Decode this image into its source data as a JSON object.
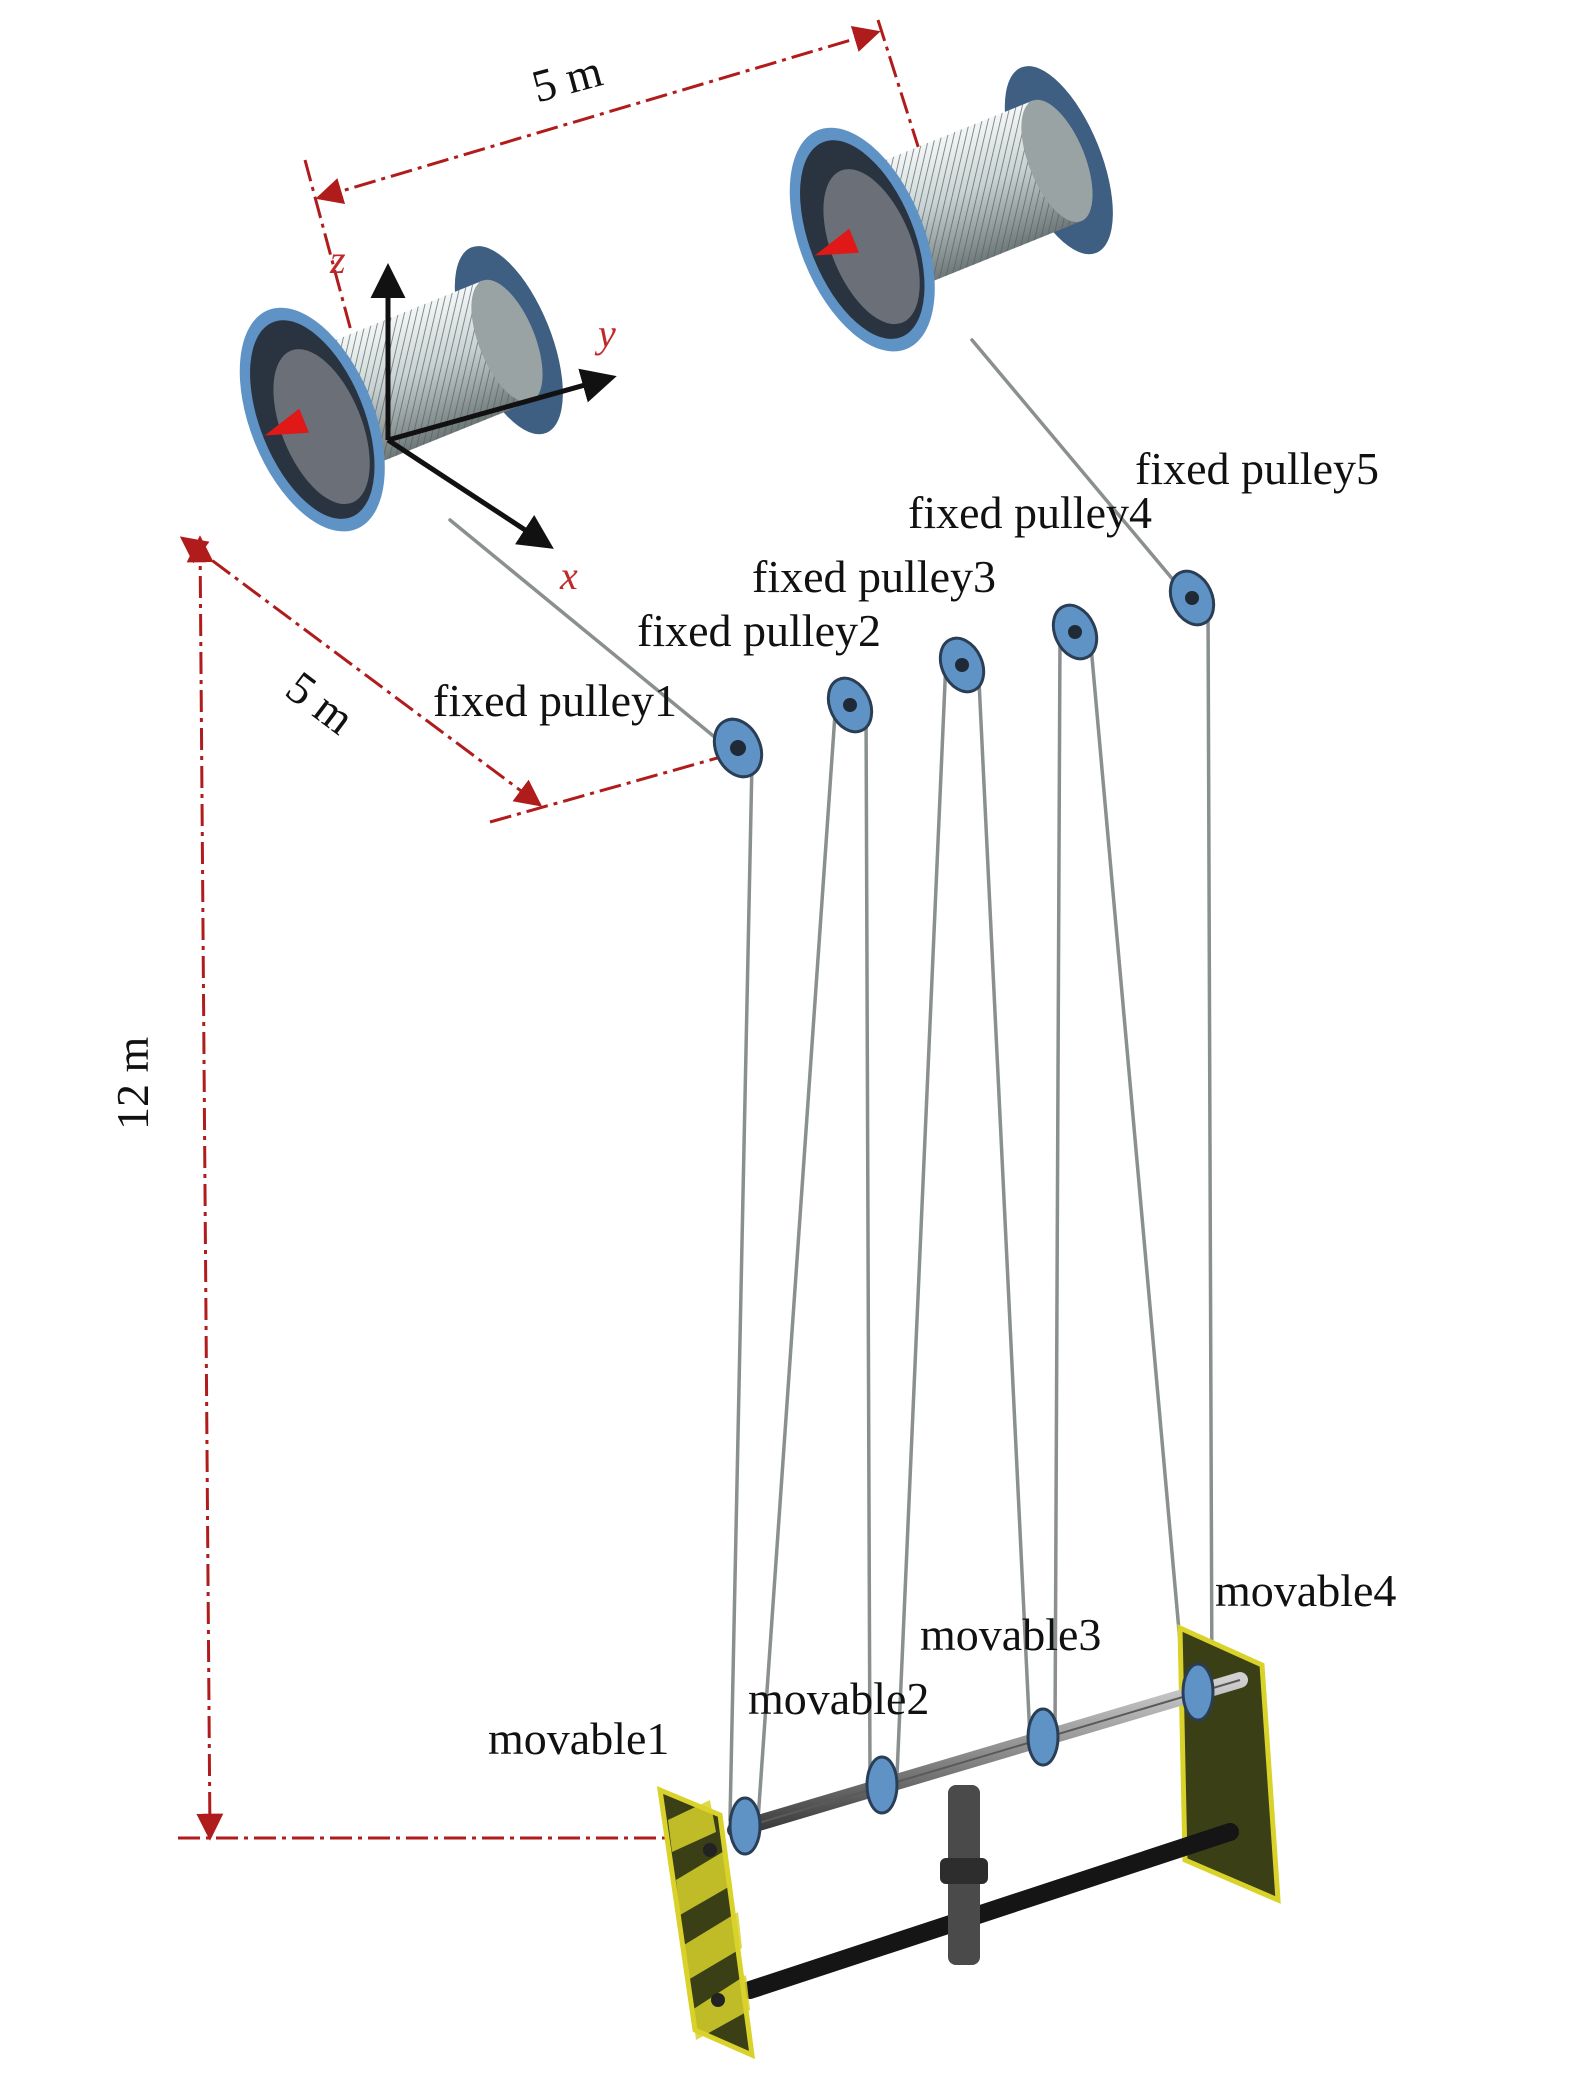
{
  "colors": {
    "dimension": "#b01c1c",
    "rope": "#8a8f8f",
    "flange": "#5f93c5",
    "drum": "#d6dede",
    "cone": "#e01818",
    "plate_yellow": "#d8d22a",
    "plate_dark": "#3a3f16",
    "rod": "#1a1a1a",
    "axle": "#8c8c8c",
    "axis_arrow": "#111111",
    "axis_label": "#c0282a"
  },
  "dimensions": {
    "drum_spacing": "5 m",
    "drum_to_pulley": "5 m",
    "height": "12 m"
  },
  "axes": {
    "x": "x",
    "y": "y",
    "z": "z"
  },
  "fixed_pulleys": [
    "fixed pulley1",
    "fixed pulley2",
    "fixed pulley3",
    "fixed pulley4",
    "fixed pulley5"
  ],
  "movables": [
    "movable1",
    "movable2",
    "movable3",
    "movable4"
  ]
}
